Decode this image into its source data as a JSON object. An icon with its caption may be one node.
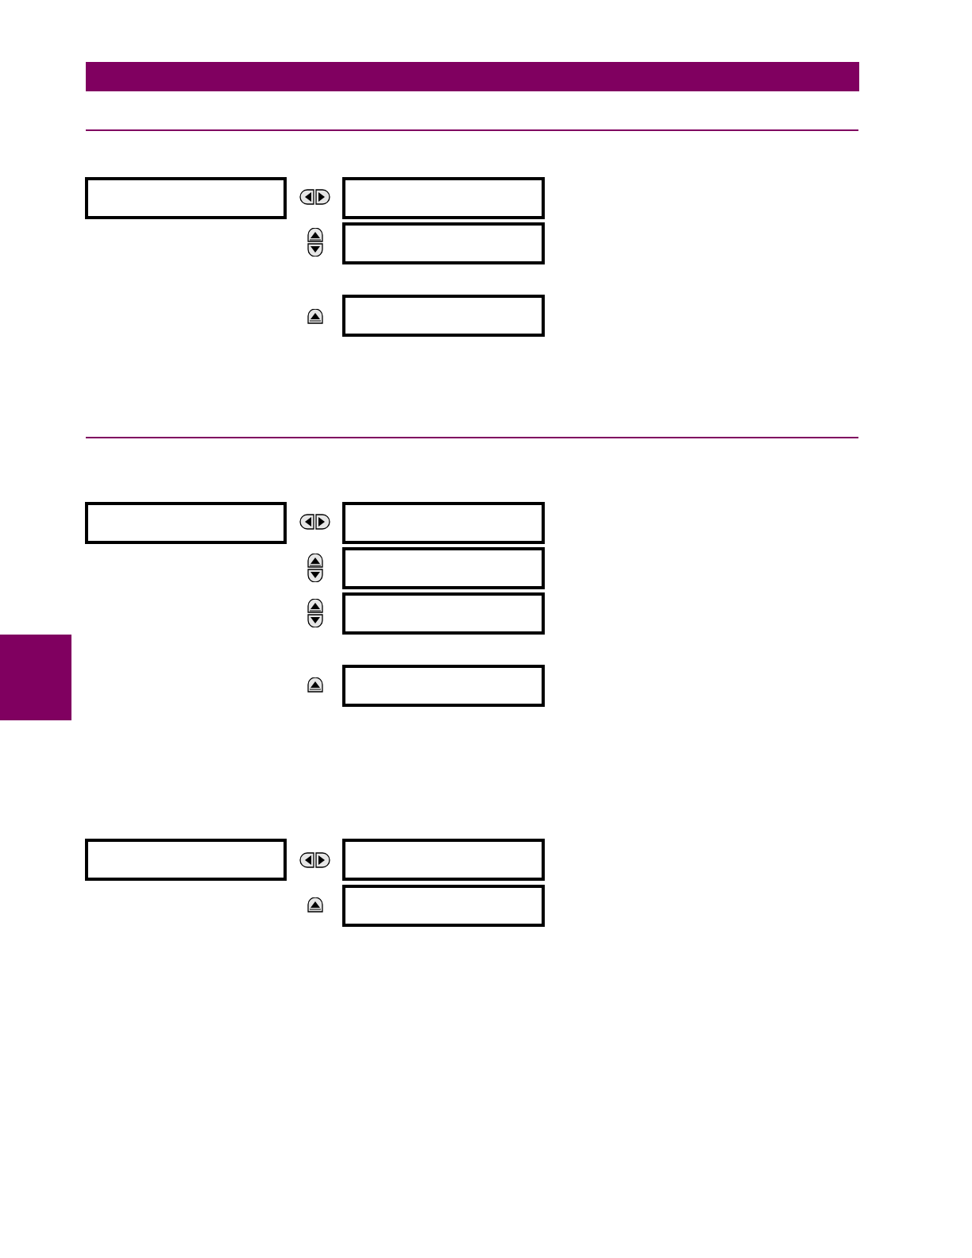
{
  "diagram": {
    "nodes": [
      {
        "text": [],
        "shape": "box"
      },
      {
        "text": [],
        "shape": "box"
      },
      {
        "text": [],
        "shape": "box"
      },
      {
        "text": [],
        "shape": "box"
      },
      {
        "text": [],
        "shape": "box"
      },
      {
        "text": [],
        "shape": "box"
      },
      {
        "text": [],
        "shape": "box"
      },
      {
        "text": [],
        "shape": "box"
      },
      {
        "text": [],
        "shape": "box"
      },
      {
        "text": [],
        "shape": "box"
      },
      {
        "text": [],
        "shape": "box"
      },
      {
        "text": [],
        "shape": "box"
      },
      {
        "text": [],
        "shape": "bar"
      }
    ]
  }
}
